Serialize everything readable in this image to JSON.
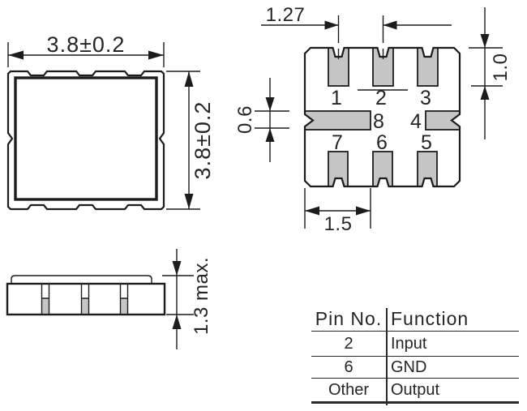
{
  "colors": {
    "line": "#1c1c1c",
    "pad_fill": "#c5c5c5",
    "text": "#252525"
  },
  "top_view": {
    "width_dim": "3.8±0.2",
    "height_dim": "3.8±0.2"
  },
  "bottom_view": {
    "pitch_dim": "1.27",
    "pad_depth_dim": "1.0",
    "center_pad_dim": "0.6",
    "pad_span_dim": "1.5",
    "pad_numbers": [
      "1",
      "2",
      "3",
      "4",
      "5",
      "6",
      "7",
      "8"
    ]
  },
  "side_view": {
    "height_dim": "1.3 max."
  },
  "pin_table": {
    "headers": [
      "Pin No.",
      "Function"
    ],
    "rows": [
      [
        "2",
        "Input"
      ],
      [
        "6",
        "GND"
      ],
      [
        "Other",
        "Output"
      ]
    ]
  }
}
